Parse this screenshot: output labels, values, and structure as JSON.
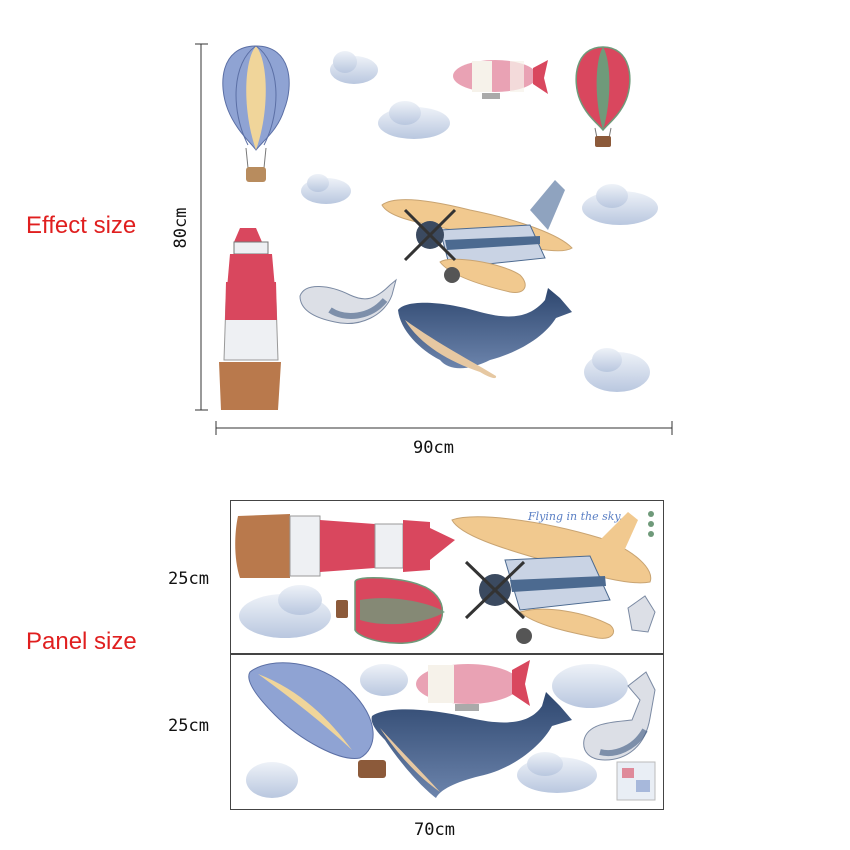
{
  "effect": {
    "label": "Effect size",
    "height": "80cm",
    "width": "90cm"
  },
  "panel": {
    "label": "Panel size",
    "row1_height": "25cm",
    "row2_height": "25cm",
    "width": "70cm",
    "handwritten": "Flying in the sky."
  },
  "colors": {
    "label_red": "#e01f1f",
    "stripe_red": "#d9475e",
    "sky_blue": "#7c95c9",
    "sand": "#f1c98f",
    "cloud": "#dfe6f1",
    "whale": "#3e5a82",
    "green": "#6f9a7a"
  }
}
